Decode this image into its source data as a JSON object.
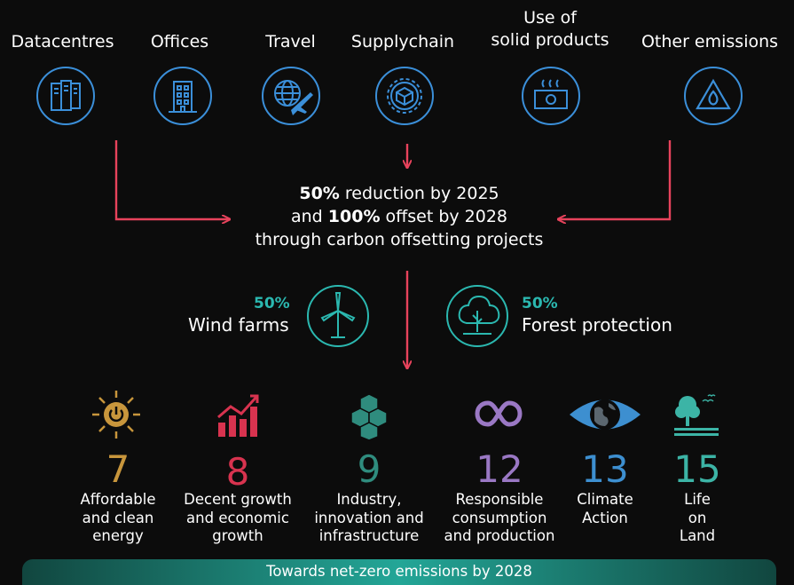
{
  "sources": [
    {
      "label": "Datacentres",
      "icon": "datacentre-icon"
    },
    {
      "label": "Offices",
      "icon": "office-building-icon"
    },
    {
      "label": "Travel",
      "icon": "globe-airplane-icon"
    },
    {
      "label": "Supplychain",
      "icon": "supplychain-gear-icon"
    },
    {
      "label_line1": "Use of",
      "label_line2": "solid products",
      "icon": "stove-products-icon"
    },
    {
      "label": "Other emissions",
      "icon": "fire-warning-icon"
    }
  ],
  "target": {
    "line1_bold": "50%",
    "line1_rest": " reduction by 2025",
    "line2_pre": "and ",
    "line2_bold": "100%",
    "line2_rest": " offset by 2028",
    "line3": "through carbon offsetting projects"
  },
  "projects": [
    {
      "percent": "50%",
      "name": "Wind farms",
      "icon": "wind-turbine-icon"
    },
    {
      "percent": "50%",
      "name": "Forest protection",
      "icon": "forest-tree-icon"
    }
  ],
  "sdgs": [
    {
      "number": "7",
      "lines": [
        "Affordable",
        "and clean",
        "energy"
      ],
      "color": "#c8963c",
      "icon": "sun-power-icon"
    },
    {
      "number": "8",
      "lines": [
        "Decent growth",
        "and economic",
        "growth"
      ],
      "color": "#d8334f",
      "icon": "growth-chart-icon"
    },
    {
      "number": "9",
      "lines": [
        "Industry,",
        "innovation and",
        "infrastructure"
      ],
      "color": "#2f8c7e",
      "icon": "cubes-icon"
    },
    {
      "number": "12",
      "lines": [
        "Responsible",
        "consumption",
        "and production"
      ],
      "color": "#9a78c4",
      "icon": "infinity-loop-icon"
    },
    {
      "number": "13",
      "lines": [
        "Climate",
        "Action"
      ],
      "color": "#3d8fd0",
      "icon": "earth-eye-icon"
    },
    {
      "number": "15",
      "lines": [
        "Life",
        "on",
        "Land"
      ],
      "color": "#3cb4a6",
      "icon": "tree-birds-icon"
    }
  ],
  "footer": "Towards net-zero emissions by 2028",
  "colors": {
    "arrow": "#e8435c",
    "source_icon": "#3b8fd9",
    "project_icon": "#2bb8b0",
    "background": "#0c0c0c"
  }
}
